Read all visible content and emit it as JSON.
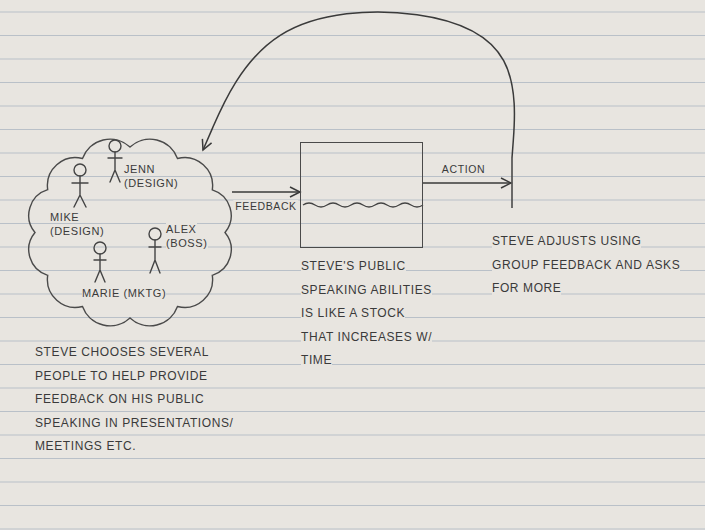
{
  "diagram": {
    "nodes": [
      {
        "text": [
          "MIKE (DESIGN)",
          "JENN (DESIGN)",
          "ALEX (BOSS)",
          "MARIE (MKTG)"
        ]
      },
      {
        "text": [
          "STEVE'S PUBLIC SPEAKING ABILITIES IS LIKE A STOCK THAT INCREASES W/ TIME"
        ]
      },
      {
        "text": [
          "STEVE ADJUSTS USING GROUP FEEDBACK AND ASKS FOR MORE"
        ]
      }
    ],
    "edges": [
      {
        "from": 0,
        "to": 1,
        "arrow": "to",
        "label": "FEEDBACK"
      },
      {
        "from": 1,
        "to": 2,
        "arrow": "to",
        "label": "ACTION"
      },
      {
        "from": 2,
        "to": 0,
        "arrow": "to"
      }
    ],
    "labels": [
      "STEVE CHOOSES SEVERAL PEOPLE TO HELP PROVIDE FEEDBACK ON HIS PUBLIC SPEAKING IN PRESENTATIONS/ MEETINGS ETC."
    ]
  }
}
